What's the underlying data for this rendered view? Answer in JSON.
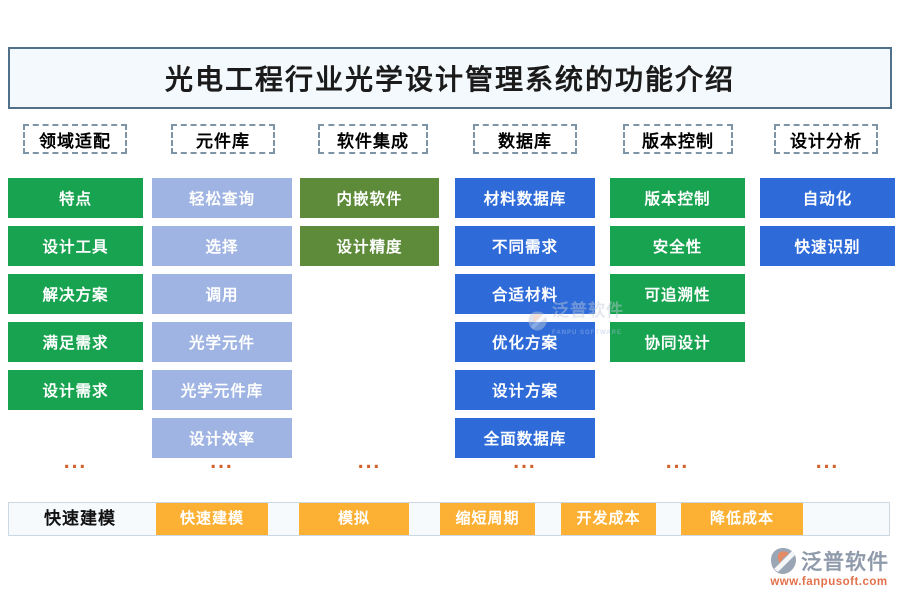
{
  "title": "光电工程行业光学设计管理系统的功能介绍",
  "headers": [
    "领域适配",
    "元件库",
    "软件集成",
    "数据库",
    "版本控制",
    "设计分析"
  ],
  "columns": [
    {
      "header": "领域适配",
      "color": "#17a34f",
      "items": [
        "特点",
        "设计工具",
        "解决方案",
        "满足需求",
        "设计需求"
      ],
      "more": "..."
    },
    {
      "header": "元件库",
      "color": "#9fb4e2",
      "items": [
        "轻松查询",
        "选择",
        "调用",
        "光学元件",
        "光学元件库",
        "设计效率"
      ],
      "more": "..."
    },
    {
      "header": "软件集成",
      "color": "#5d8b39",
      "items": [
        "内嵌软件",
        "设计精度"
      ],
      "more": "..."
    },
    {
      "header": "数据库",
      "color": "#2e6bd9",
      "items": [
        "材料数据库",
        "不同需求",
        "合适材料",
        "优化方案",
        "设计方案",
        "全面数据库"
      ],
      "more": "..."
    },
    {
      "header": "版本控制",
      "color": "#17a34f",
      "items": [
        "版本控制",
        "安全性",
        "可追溯性",
        "协同设计"
      ],
      "more": "..."
    },
    {
      "header": "设计分析",
      "color": "#2e6bd9",
      "items": [
        "自动化",
        "快速识别"
      ],
      "more": "..."
    }
  ],
  "bottom_bar": {
    "label": "快速建模",
    "tags": [
      "快速建模",
      "模拟",
      "缩短周期",
      "开发成本",
      "降低成本"
    ]
  },
  "watermark": {
    "text": "泛普软件",
    "subtext": "FANPU SOFTWARE"
  },
  "logo": {
    "name": "泛普软件",
    "url": "www.fanpusoft.com"
  },
  "colors": {
    "green": "#17a34f",
    "periwinkle": "#9fb4e2",
    "olive": "#5d8b39",
    "blue": "#2e6bd9",
    "tag_orange": "#fcb034",
    "dots_orange": "#d2622a",
    "title_border": "#517089",
    "title_bg": "#f3f9fc"
  }
}
